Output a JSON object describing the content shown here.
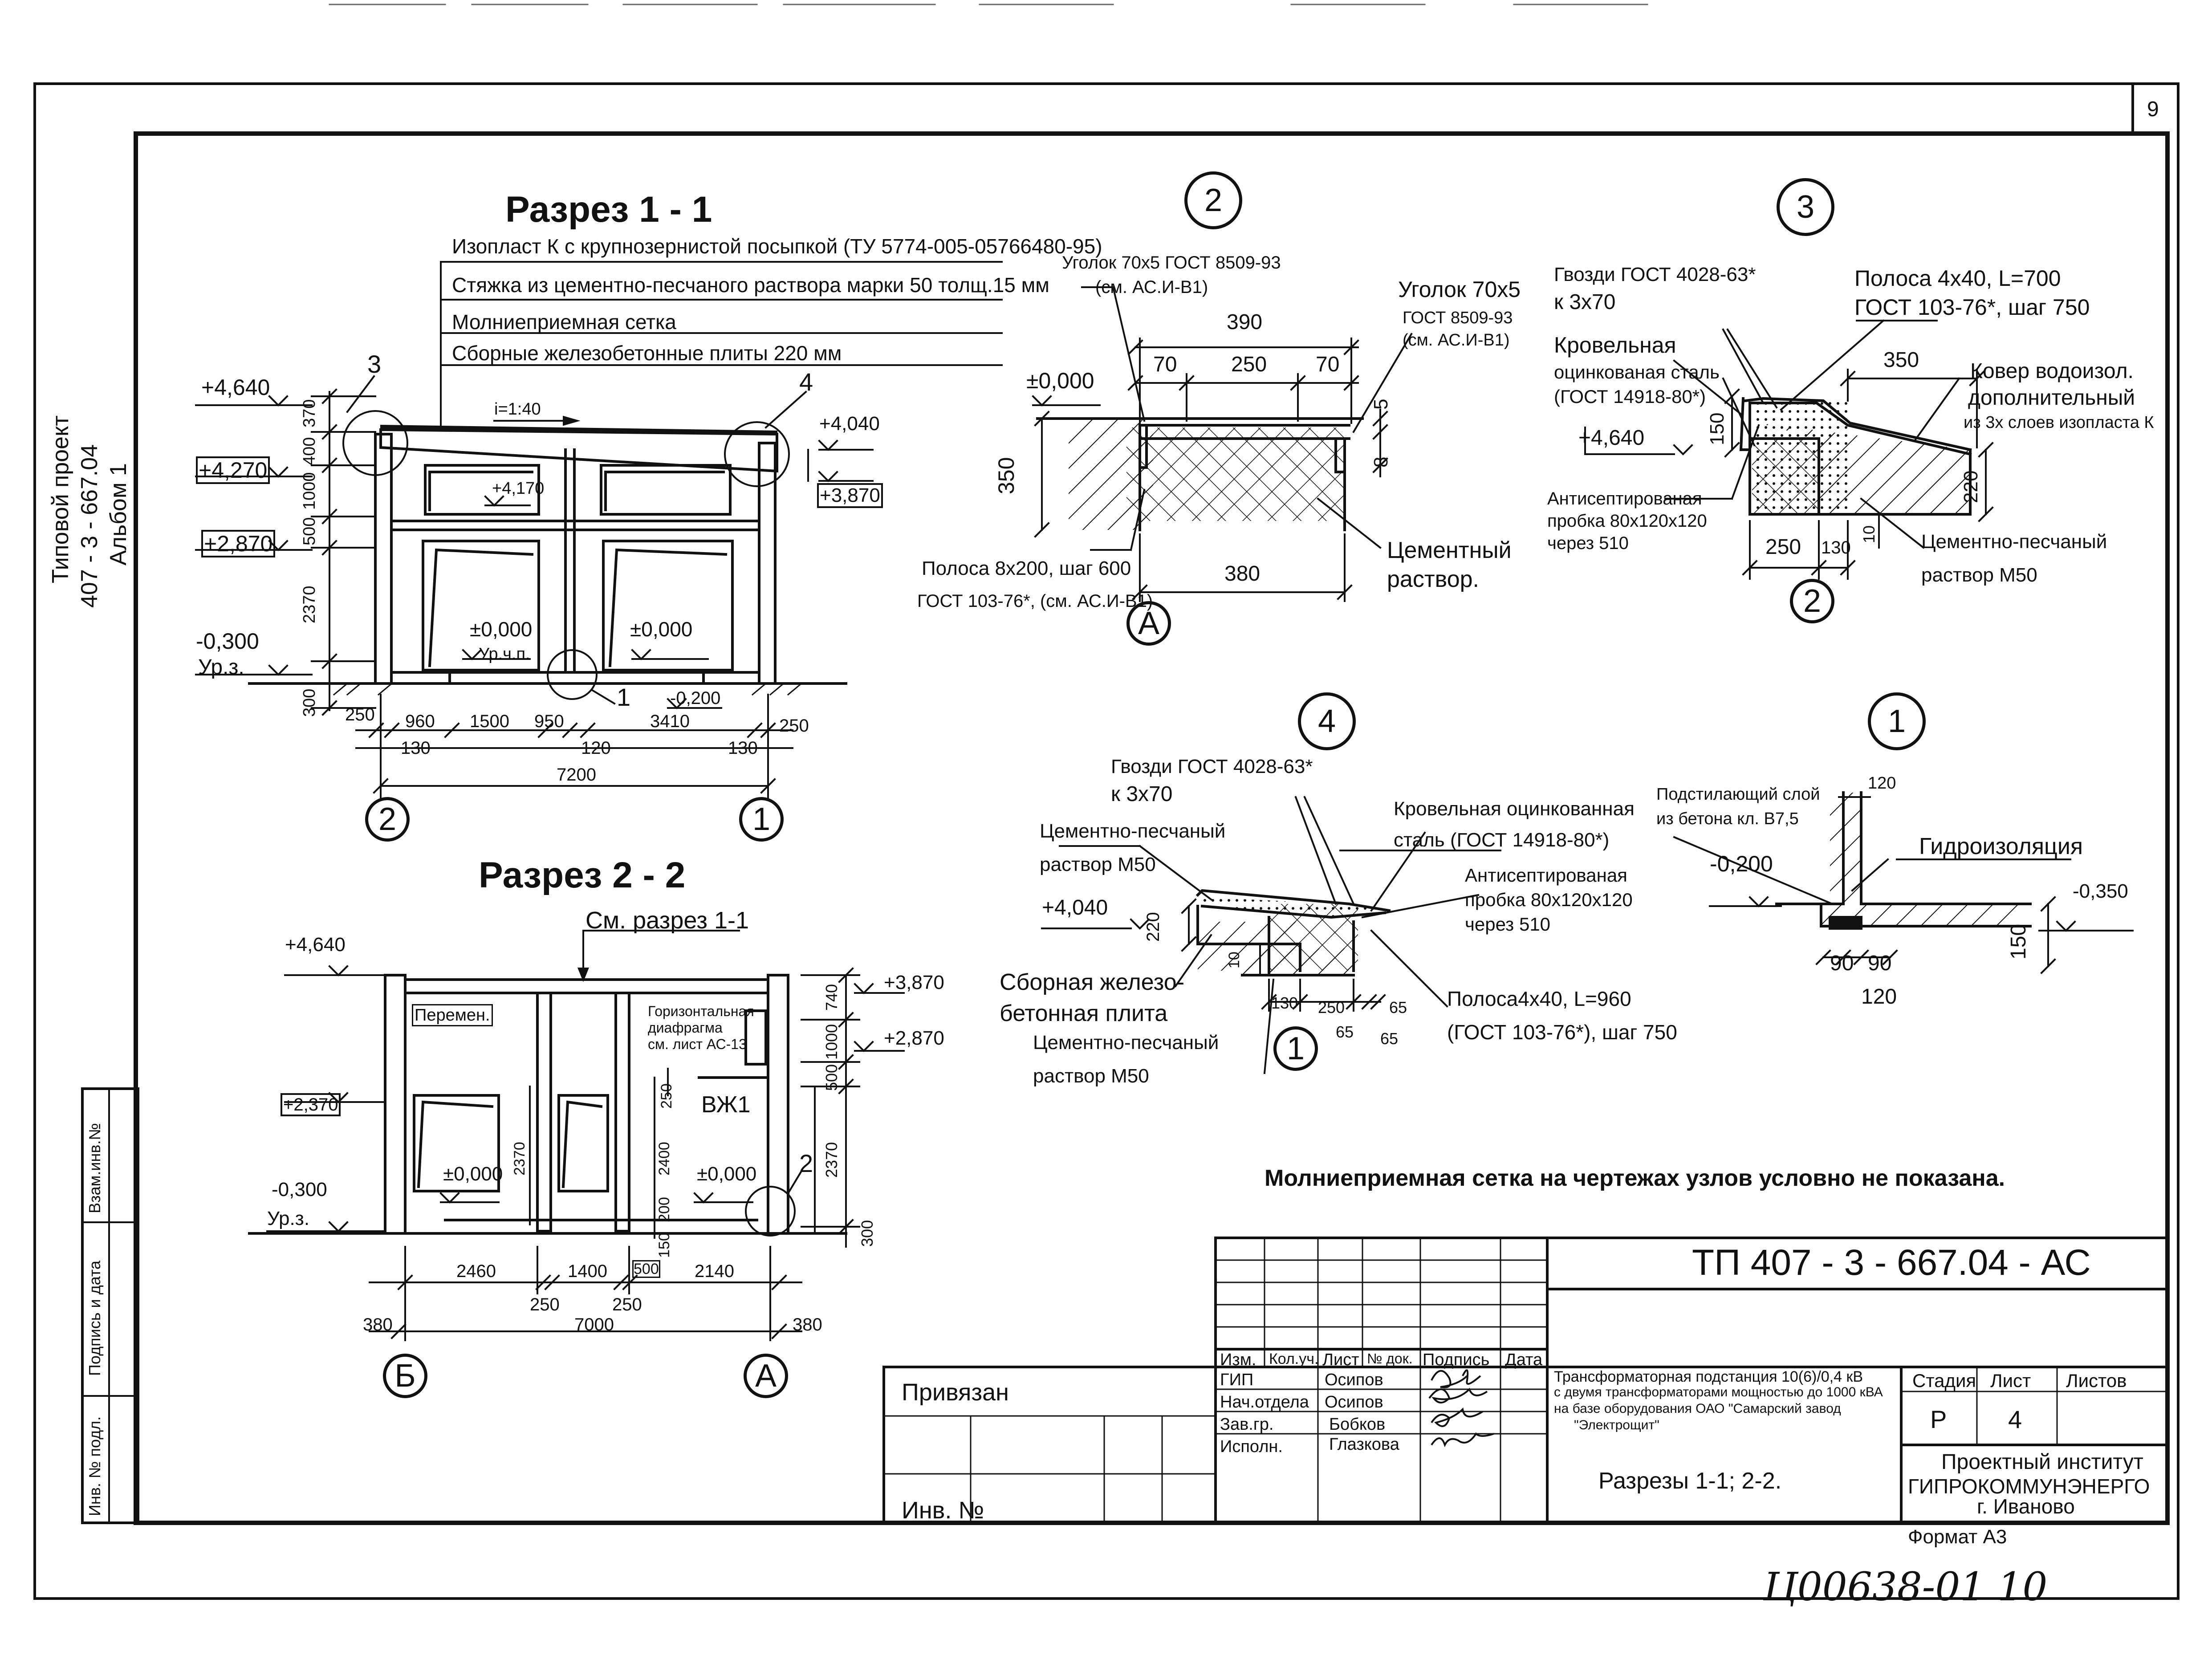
{
  "sheet": {
    "page_number": "9",
    "side_stamp_1": "Типовой проект",
    "side_stamp_2": "407 - 3 - 667.04",
    "side_stamp_3": "Альбом 1",
    "format": "Формат А3",
    "handwritten": "Ц00638-01   10"
  },
  "section11": {
    "title": "Разрез  1 - 1",
    "layers": [
      "Изопласт К с крупнозернистой посыпкой (ТУ 5774-005-05766480-95)",
      "Стяжка из цементно-песчаного раствора марки 50  толщ.15 мм",
      "Молниеприемная сетка",
      "Сборные железобетонные плиты  220 мм"
    ],
    "levels": [
      "+4,640",
      "+4,270",
      "+2,870",
      "-0,300",
      "Ур.з.",
      "+4,040",
      "+3,870",
      "+4,170",
      "±0,000",
      "±0,000",
      "Ур.ч.п.",
      "-0,200"
    ],
    "slope": "i=1:40",
    "vdims": [
      "370",
      "400",
      "1000",
      "500",
      "2370",
      "300"
    ],
    "hdims": [
      "250",
      "960",
      "1500",
      "950",
      "3410",
      "250",
      "130",
      "120",
      "130",
      "7200"
    ],
    "node_refs": [
      "3",
      "4",
      "1"
    ],
    "axes": [
      "2",
      "1"
    ]
  },
  "section22": {
    "title": "Разрез  2 - 2",
    "see": "См. разрез 1-1",
    "levels": [
      "+4,640",
      "+2,370",
      "-0,300",
      "Ур.з.",
      "+3,870",
      "+2,870",
      "±0,000",
      "±0,000"
    ],
    "notes": [
      "Перемен.",
      "Горизонтальная",
      "диафрагма",
      "см. лист АС-13",
      "ВЖ1"
    ],
    "vdims": [
      "740",
      "1000",
      "500",
      "2370",
      "300",
      "250",
      "2400",
      "200",
      "150",
      "2370"
    ],
    "hdims": [
      "2460",
      "1400",
      "500",
      "2140",
      "380",
      "250",
      "250",
      "7000",
      "380"
    ],
    "node_ref": "2",
    "axes": [
      "Б",
      "А"
    ]
  },
  "node2": {
    "id": "2",
    "labels": [
      "Уголок 70х5 ГОСТ 8509-93",
      "(см. АС.И-В1)",
      "Уголок 70х5",
      "ГОСТ 8509-93",
      "(см. АС.И-В1)",
      "±0,000",
      "Полоса 8х200, шаг 600",
      "ГОСТ 103-76*, (см. АС.И-В1)",
      "Цементный",
      "раствор."
    ],
    "dims": [
      "390",
      "70",
      "250",
      "70",
      "5",
      "8",
      "350",
      "380"
    ],
    "axis": "А"
  },
  "node3": {
    "id": "3",
    "labels": [
      "Гвозди ГОСТ 4028-63*",
      "к 3х70",
      "Кровельная",
      "оцинкованая сталь",
      "(ГОСТ 14918-80*)",
      "+4,640",
      "Антисептированая",
      "пробка 80х120х120",
      "через 510",
      "Полоса 4х40, L=700",
      "ГОСТ 103-76*, шаг 750",
      "Ковер водоизол.",
      "дополнительный",
      "из 3х слоев изопласта К",
      "Цементно-песчаный",
      "раствор  М50"
    ],
    "dims": [
      "350",
      "150",
      "220",
      "250",
      "130",
      "10"
    ],
    "axis": "2"
  },
  "node4": {
    "id": "4",
    "labels": [
      "Гвозди ГОСТ 4028-63*",
      "к 3х70",
      "Цементно-песчаный",
      "раствор  М50",
      "+4,040",
      "Сборная железо-",
      "бетонная плита",
      "Цементно-песчаный",
      "раствор  М50",
      "Кровельная оцинкованная",
      "сталь (ГОСТ 14918-80*)",
      "Антисептированая",
      "пробка 80х120х120",
      "через 510",
      "Полоса4х40, L=960",
      "(ГОСТ 103-76*), шаг 750"
    ],
    "dims": [
      "220",
      "10",
      "130",
      "250",
      "65",
      "65",
      "65"
    ],
    "axis": "1"
  },
  "node1": {
    "id": "1",
    "labels": [
      "Подстилающий слой",
      "из бетона кл. В7,5",
      "Гидроизоляция",
      "-0,200",
      "-0,350"
    ],
    "dims": [
      "120",
      "90",
      "90",
      "120",
      "150"
    ]
  },
  "note": "Молниеприемная сетка на чертежах узлов условно не показана.",
  "left_stamp": [
    "Взам.инв.№",
    "Подпись и дата",
    "Инв. № подл."
  ],
  "titleblock": {
    "code": "ТП   407 - 3 - 667.04 - АС",
    "header": [
      "Изм.",
      "Кол.уч.",
      "Лист",
      "№ док.",
      "Подпись",
      "Дата"
    ],
    "roles": [
      "ГИП",
      "Нач.отдела",
      "Зав.гр.",
      "Исполн."
    ],
    "names": [
      "Осипов",
      "Осипов",
      "Бобков",
      "Глазкова"
    ],
    "privyazan": "Привязан",
    "inv": "Инв. №",
    "description": [
      "Трансформаторная подстанция 10(6)/0,4 кВ",
      "с двумя трансформаторами мощностью до 1000 кВА",
      "на базе оборудования ОАО \"Самарский завод",
      "\"Электрощит\""
    ],
    "sheet_title": "Разрезы 1-1; 2-2.",
    "stage_h": "Стадия",
    "list_h": "Лист",
    "lists_h": "Листов",
    "stage": "Р",
    "list": "4",
    "org": [
      "Проектный институт",
      "ГИПРОКОММУНЭНЕРГО",
      "г. Иваново"
    ]
  }
}
